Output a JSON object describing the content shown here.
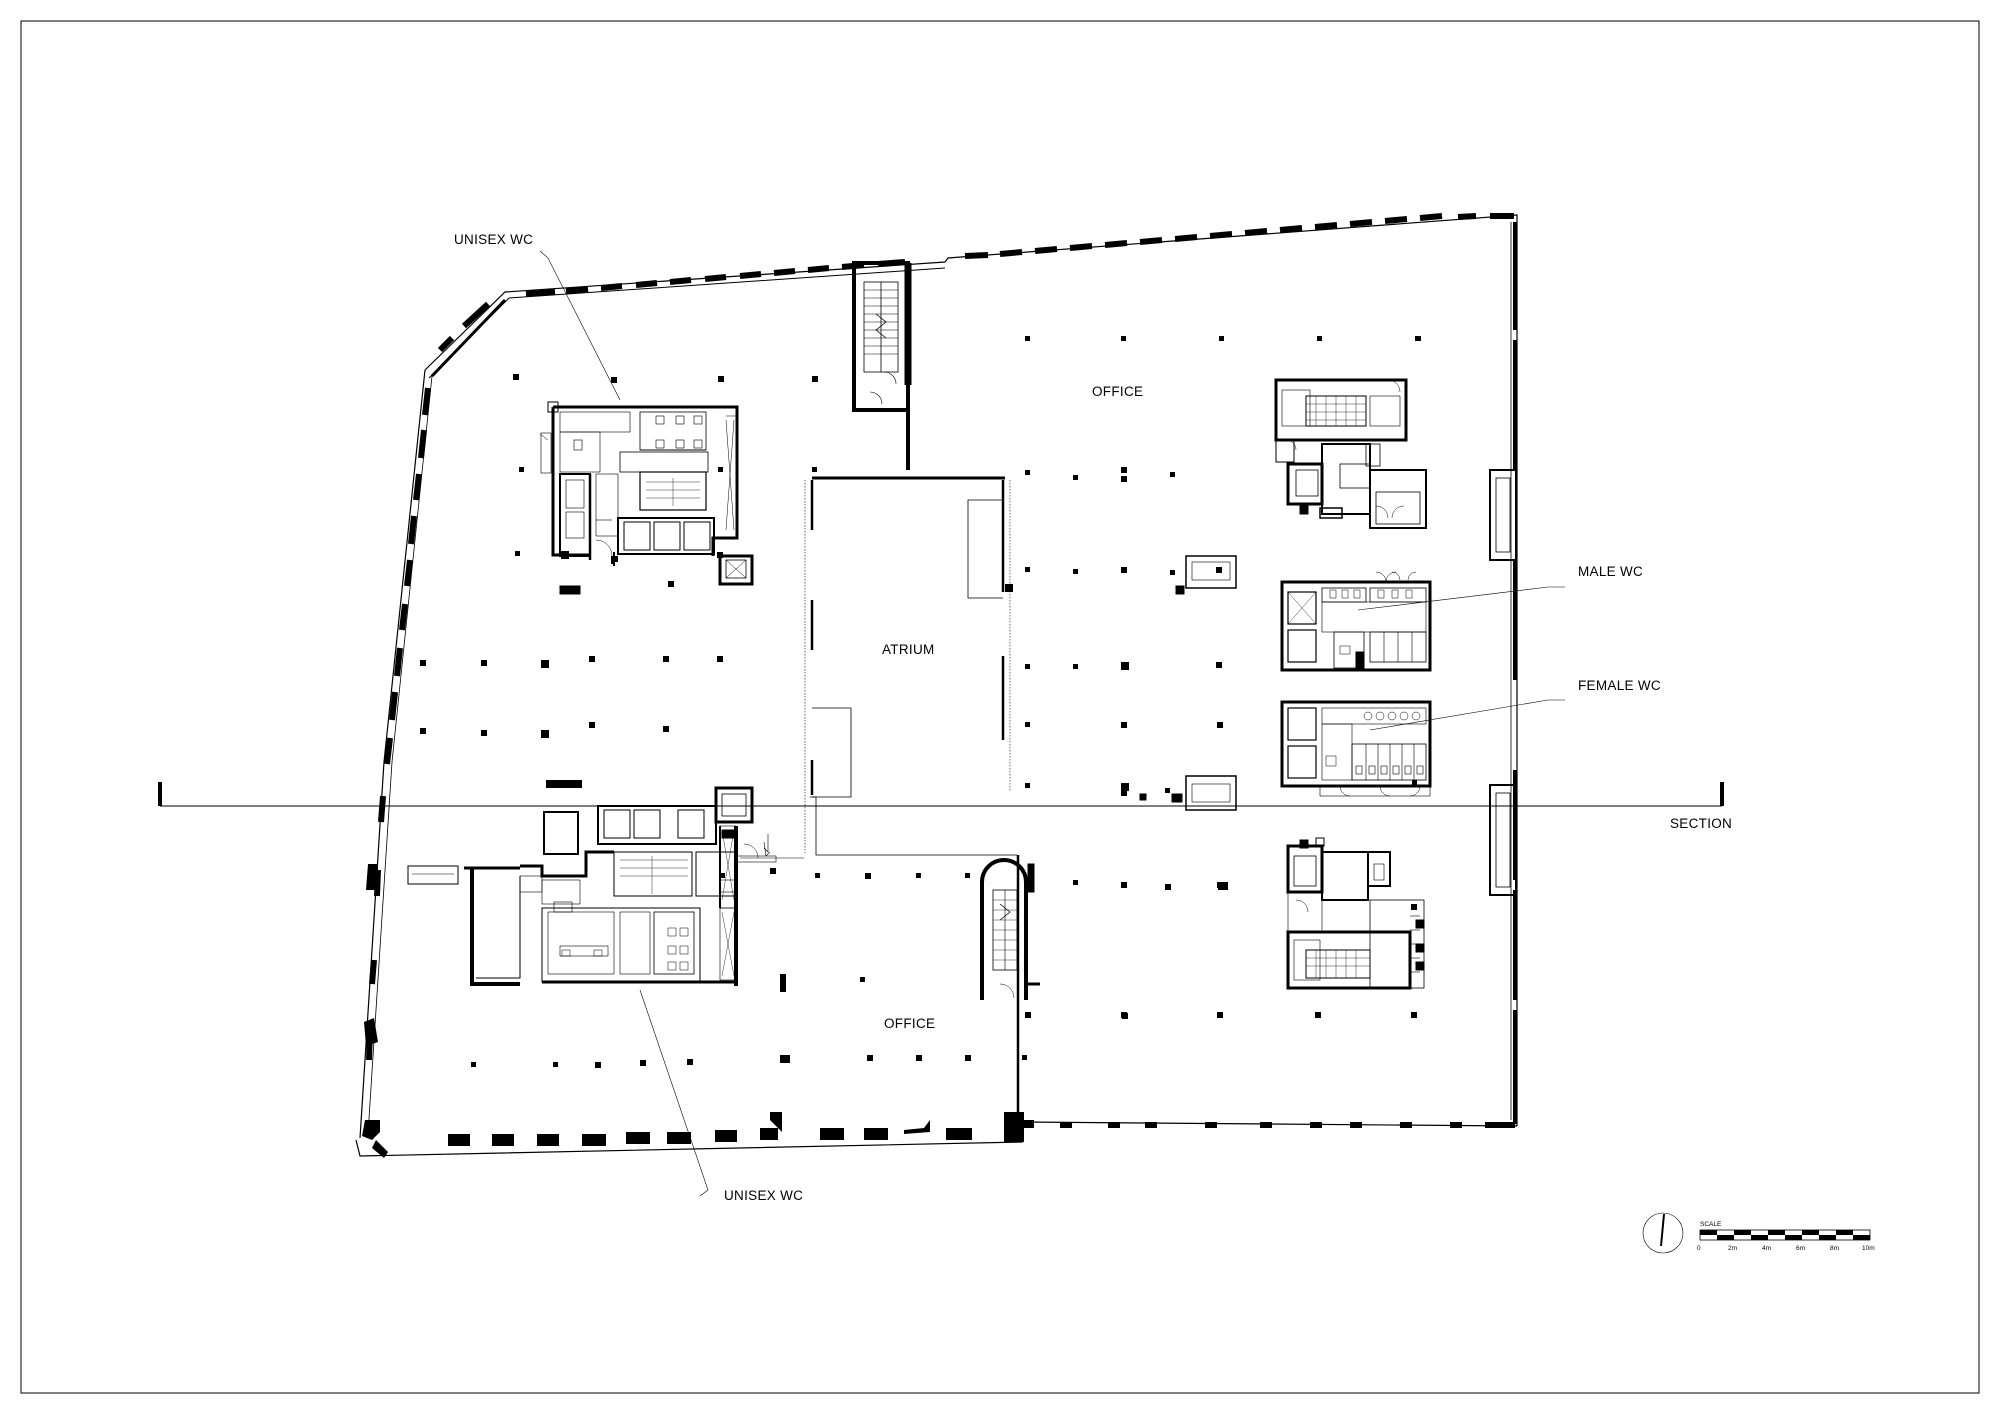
{
  "labels": {
    "unisex_wc_top": "UNISEX WC",
    "office_top": "OFFICE",
    "atrium": "ATRIUM",
    "male_wc": "MALE WC",
    "female_wc": "FEMALE WC",
    "section": "SECTION",
    "office_bottom": "OFFICE",
    "unisex_wc_bottom": "UNISEX WC"
  },
  "scale_bar": {
    "title": "SCALE",
    "ticks": [
      "0",
      "2m",
      "4m",
      "6m",
      "8m",
      "10m"
    ]
  },
  "colors": {
    "line": "#000000",
    "paper": "#ffffff"
  }
}
